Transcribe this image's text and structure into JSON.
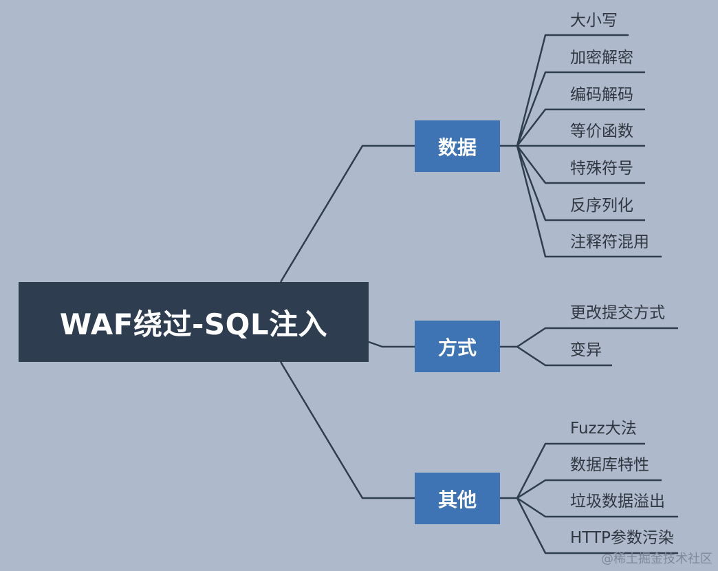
{
  "root": {
    "label": "WAF绕过-SQL注入"
  },
  "branches": [
    {
      "label": "数据",
      "leaves": [
        "大小写",
        "加密解密",
        "编码解码",
        "等价函数",
        "特殊符号",
        "反序列化",
        "注释符混用"
      ]
    },
    {
      "label": "方式",
      "leaves": [
        "更改提交方式",
        "变异"
      ]
    },
    {
      "label": "其他",
      "leaves": [
        "Fuzz大法",
        "数据库特性",
        "垃圾数据溢出",
        "HTTP参数污染"
      ]
    }
  ],
  "watermark": "@稀土掘金技术社区",
  "colors": {
    "background": "#aebacb",
    "root_fill": "#2e3d4f",
    "branch_fill": "#3e74b4",
    "line": "#2e3d4f"
  }
}
